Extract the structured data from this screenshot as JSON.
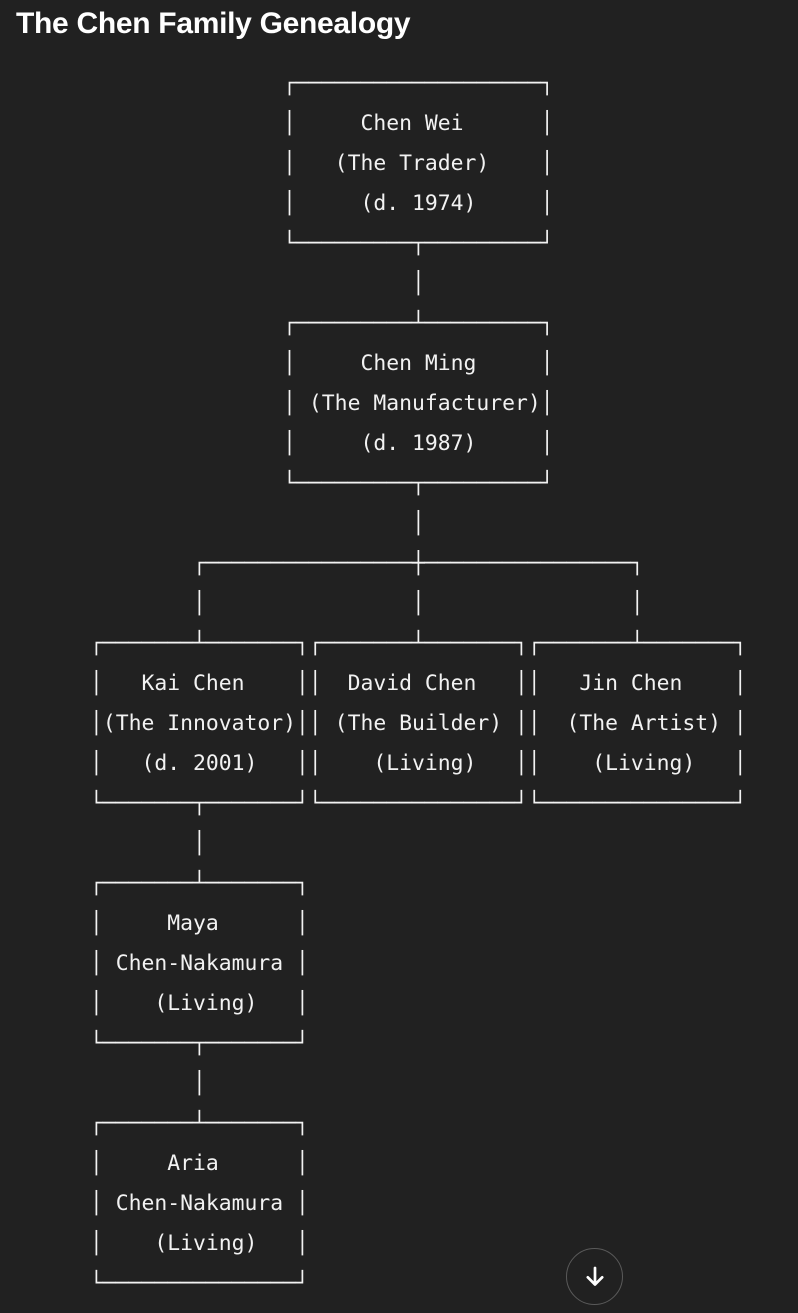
{
  "page": {
    "title": "The Chen Family Genealogy"
  },
  "theme": {
    "background": "#212121",
    "title_color": "#ffffff",
    "tree_color": "#f2f2f2",
    "button_border_color": "#5a5a5a",
    "arrow_color": "#ffffff"
  },
  "tree": {
    "ascii": "               ┌───────────────────┐\n               │     Chen Wei      │\n               │   (The Trader)    │\n               │     (d. 1974)     │\n               └─────────┬─────────┘\n                         │\n               ┌─────────┴─────────┐\n               │     Chen Ming     │\n               │ (The Manufacturer)│\n               │     (d. 1987)     │\n               └─────────┬─────────┘\n                         │\n        ┌────────────────┼────────────────┐\n        │                │                │\n┌───────┴───────┐┌───────┴───────┐┌───────┴───────┐\n│   Kai Chen    ││  David Chen   ││   Jin Chen    │\n│(The Innovator)││ (The Builder) ││  (The Artist) │\n│   (d. 2001)   ││    (Living)   ││    (Living)   │\n└───────┬───────┘└───────────────┘└───────────────┘\n        │\n┌───────┴───────┐\n│     Maya      │\n│ Chen-Nakamura │\n│    (Living)   │\n└───────┬───────┘\n        │\n┌───────┴───────┐\n│     Aria      │\n│ Chen-Nakamura │\n│    (Living)   │\n└───────────────┘"
  },
  "family_members": [
    {
      "name": "Chen Wei",
      "epithet": "(The Trader)",
      "status": "(d. 1974)",
      "parent": null
    },
    {
      "name": "Chen Ming",
      "epithet": "(The Manufacturer)",
      "status": "(d. 1987)",
      "parent": "Chen Wei"
    },
    {
      "name": "Kai Chen",
      "epithet": "(The Innovator)",
      "status": "(d. 2001)",
      "parent": "Chen Ming"
    },
    {
      "name": "David Chen",
      "epithet": "(The Builder)",
      "status": "(Living)",
      "parent": "Chen Ming"
    },
    {
      "name": "Jin Chen",
      "epithet": "(The Artist)",
      "status": "(Living)",
      "parent": "Chen Ming"
    },
    {
      "name": "Maya Chen-Nakamura",
      "status": "(Living)",
      "parent": "Kai Chen"
    },
    {
      "name": "Aria Chen-Nakamura",
      "status": "(Living)",
      "parent": "Maya Chen-Nakamura"
    }
  ],
  "scroll_button": {
    "icon": "down-arrow"
  }
}
